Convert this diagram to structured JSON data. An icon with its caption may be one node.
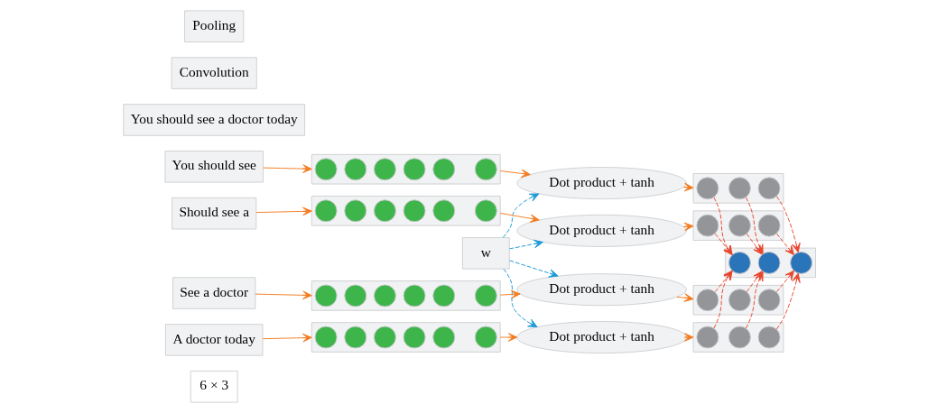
{
  "diagram": {
    "nodes": [
      {
        "text": [
          "6 × 3"
        ]
      },
      {
        "text": [
          "w"
        ]
      },
      {
        "text": [
          "You should see a doctor today"
        ]
      },
      {
        "text": [
          "You should see"
        ]
      },
      {
        "text": [
          "Should see a"
        ]
      },
      {
        "text": [
          "See a doctor"
        ]
      },
      {
        "text": [
          "A doctor today"
        ]
      },
      {
        "text": [],
        "shape": "bar"
      },
      {
        "text": [],
        "shape": "circle",
        "in": 7
      },
      {
        "text": [],
        "shape": "circle",
        "in": 7
      },
      {
        "text": [],
        "shape": "circle",
        "in": 7
      },
      {
        "text": [],
        "shape": "circle",
        "in": 7
      },
      {
        "text": [],
        "shape": "circle",
        "in": 7
      },
      {
        "text": [],
        "shape": "circle",
        "in": 7
      },
      {
        "text": [],
        "shape": "bar"
      },
      {
        "text": [],
        "shape": "circle",
        "in": 14
      },
      {
        "text": [],
        "shape": "circle",
        "in": 14
      },
      {
        "text": [],
        "shape": "circle",
        "in": 14
      },
      {
        "text": [],
        "shape": "circle",
        "in": 14
      },
      {
        "text": [],
        "shape": "circle",
        "in": 14
      },
      {
        "text": [],
        "shape": "circle",
        "in": 14
      },
      {
        "text": [],
        "shape": "bar"
      },
      {
        "text": [],
        "shape": "circle",
        "in": 21
      },
      {
        "text": [],
        "shape": "circle",
        "in": 21
      },
      {
        "text": [],
        "shape": "circle",
        "in": 21
      },
      {
        "text": [],
        "shape": "circle",
        "in": 21
      },
      {
        "text": [],
        "shape": "circle",
        "in": 21
      },
      {
        "text": [],
        "shape": "circle",
        "in": 21
      },
      {
        "text": [],
        "shape": "bar"
      },
      {
        "text": [],
        "shape": "circle",
        "in": 28
      },
      {
        "text": [],
        "shape": "circle",
        "in": 28
      },
      {
        "text": [],
        "shape": "circle",
        "in": 28
      },
      {
        "text": [],
        "shape": "circle",
        "in": 28
      },
      {
        "text": [],
        "shape": "circle",
        "in": 28
      },
      {
        "text": [],
        "shape": "circle",
        "in": 28
      },
      {
        "text": [
          "Dot product + tanh"
        ]
      },
      {
        "text": [
          "Dot product + tanh"
        ]
      },
      {
        "text": [
          "Dot product + tanh"
        ]
      },
      {
        "text": [
          "Dot product + tanh"
        ]
      },
      {
        "text": [],
        "shape": "bar"
      },
      {
        "text": [],
        "shape": "circle",
        "in": 39
      },
      {
        "text": [],
        "shape": "circle",
        "in": 39
      },
      {
        "text": [],
        "shape": "circle",
        "in": 39
      },
      {
        "text": [],
        "shape": "bar"
      },
      {
        "text": [],
        "shape": "circle",
        "in": 43
      },
      {
        "text": [],
        "shape": "circle",
        "in": 43
      },
      {
        "text": [],
        "shape": "circle",
        "in": 43
      },
      {
        "text": [],
        "shape": "bar"
      },
      {
        "text": [],
        "shape": "circle",
        "in": 47
      },
      {
        "text": [],
        "shape": "circle",
        "in": 47
      },
      {
        "text": [],
        "shape": "circle",
        "in": 47
      },
      {
        "text": [],
        "shape": "bar"
      },
      {
        "text": [],
        "shape": "circle",
        "in": 51
      },
      {
        "text": [],
        "shape": "circle",
        "in": 51
      },
      {
        "text": [],
        "shape": "circle",
        "in": 51
      },
      {
        "text": [],
        "shape": "bar"
      },
      {
        "text": [],
        "shape": "circle",
        "in": 55
      },
      {
        "text": [],
        "shape": "circle",
        "in": 55
      },
      {
        "text": [],
        "shape": "circle",
        "in": 55
      },
      {
        "text": [
          "Convolution"
        ]
      },
      {
        "text": [
          "Pooling"
        ]
      }
    ],
    "edges": [
      {
        "from": 3,
        "to": 7,
        "arrow": "to"
      },
      {
        "from": 4,
        "to": 14,
        "arrow": "to"
      },
      {
        "from": 5,
        "to": 21,
        "arrow": "to"
      },
      {
        "from": 6,
        "to": 28,
        "arrow": "to"
      },
      {
        "from": 1,
        "to": 35,
        "arrow": "to",
        "style": "dashed",
        "color": "#1b9ad6"
      },
      {
        "from": 1,
        "to": 36,
        "arrow": "to",
        "style": "dashed",
        "color": "#1b9ad6"
      },
      {
        "from": 1,
        "to": 37,
        "arrow": "to",
        "style": "dashed",
        "color": "#1b9ad6"
      },
      {
        "from": 1,
        "to": 38,
        "arrow": "to",
        "style": "dashed",
        "color": "#1b9ad6"
      },
      {
        "from": 7,
        "to": 35,
        "arrow": "to"
      },
      {
        "from": 14,
        "to": 36,
        "arrow": "to"
      },
      {
        "from": 21,
        "to": 37,
        "arrow": "to"
      },
      {
        "from": 28,
        "to": 38,
        "arrow": "to"
      },
      {
        "from": 35,
        "to": 39,
        "arrow": "to"
      },
      {
        "from": 36,
        "to": 43,
        "arrow": "to"
      },
      {
        "from": 37,
        "to": 47,
        "arrow": "to"
      },
      {
        "from": 38,
        "to": 51,
        "arrow": "to"
      },
      {
        "from": 40,
        "to": 56,
        "arrow": "to",
        "style": "dashed",
        "color": "#e8472f"
      },
      {
        "from": 44,
        "to": 56,
        "arrow": "to",
        "style": "dashed",
        "color": "#e8472f"
      },
      {
        "from": 48,
        "to": 56,
        "arrow": "to",
        "style": "dashed",
        "color": "#e8472f"
      },
      {
        "from": 52,
        "to": 56,
        "arrow": "to",
        "style": "dashed",
        "color": "#e8472f"
      },
      {
        "from": 41,
        "to": 57,
        "arrow": "to",
        "style": "dashed",
        "color": "#e8472f"
      },
      {
        "from": 45,
        "to": 57,
        "arrow": "to",
        "style": "dashed",
        "color": "#e8472f"
      },
      {
        "from": 49,
        "to": 57,
        "arrow": "to",
        "style": "dashed",
        "color": "#e8472f"
      },
      {
        "from": 53,
        "to": 57,
        "arrow": "to",
        "style": "dashed",
        "color": "#e8472f"
      },
      {
        "from": 42,
        "to": 58,
        "arrow": "to",
        "style": "dashed",
        "color": "#e8472f"
      },
      {
        "from": 46,
        "to": 58,
        "arrow": "to",
        "style": "dashed",
        "color": "#e8472f"
      },
      {
        "from": 50,
        "to": 58,
        "arrow": "to",
        "style": "dashed",
        "color": "#e8472f"
      },
      {
        "from": 54,
        "to": 58,
        "arrow": "to",
        "style": "dashed",
        "color": "#e8472f"
      }
    ]
  }
}
